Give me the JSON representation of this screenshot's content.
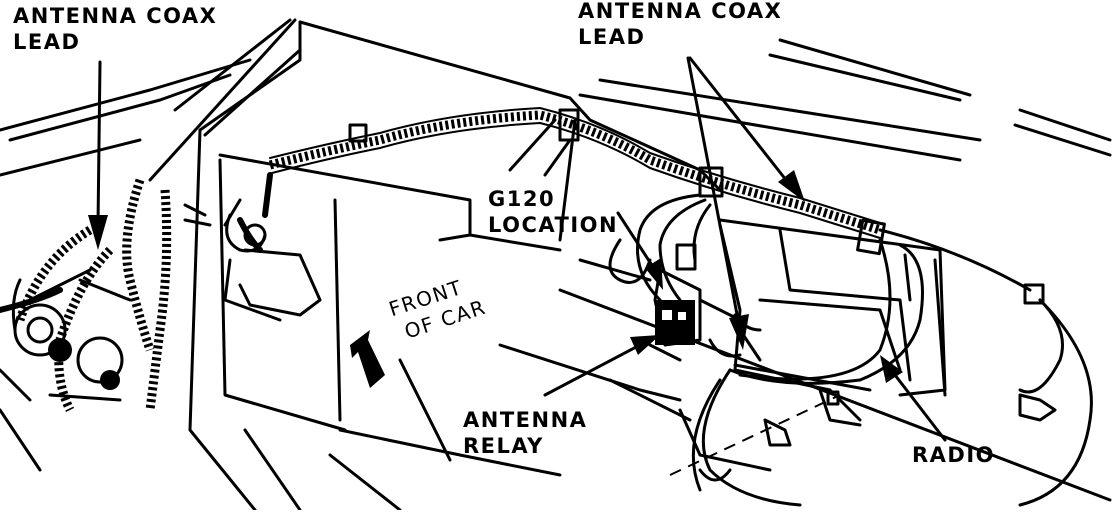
{
  "labels": {
    "antenna_coax_lead_left": [
      "ANTENNA COAX",
      "LEAD"
    ],
    "antenna_coax_lead_right": [
      "ANTENNA COAX",
      "LEAD"
    ],
    "g120_location": [
      "G120",
      "LOCATION"
    ],
    "front_of_car": [
      "FRONT",
      "OF CAR"
    ],
    "antenna_relay": [
      "ANTENNA",
      "RELAY"
    ],
    "radio": "RADIO"
  }
}
